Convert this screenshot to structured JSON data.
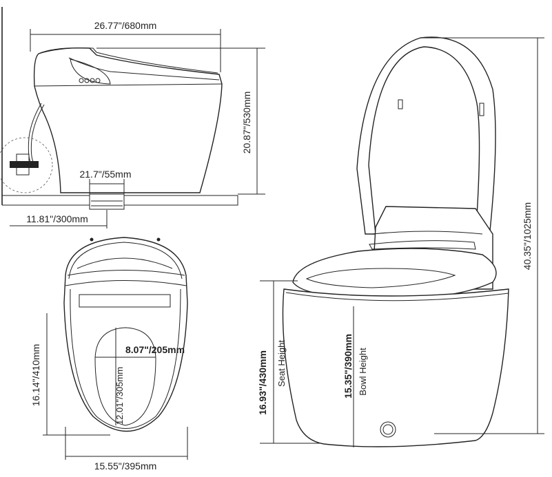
{
  "side_view": {
    "overall_length": "26.77\"/680mm",
    "height": "20.87\"/530mm",
    "outlet_width": "21.7\"/55mm",
    "rough_in": "11.81\"/300mm"
  },
  "top_view": {
    "opening_width": "8.07\"/205mm",
    "opening_length": "12.01\"/305mm",
    "overall_length": "16.14\"/410mm",
    "overall_width": "15.55\"/395mm"
  },
  "front_view": {
    "total_height": "40.35\"/1025mm",
    "seat_height_value": "16.93\"/430mm",
    "seat_height_label": "Seat Height",
    "bowl_height_value": "15.35\"/390mm",
    "bowl_height_label": "Bowl Height"
  }
}
